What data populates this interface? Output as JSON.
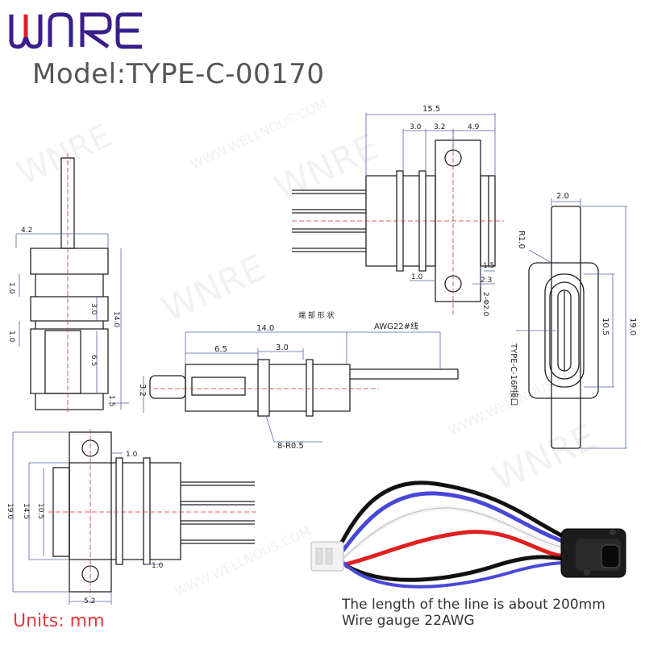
{
  "brand": {
    "name": "WNRE",
    "color": "#3b1d8c",
    "accent": "#e02020"
  },
  "title": {
    "model": "Model:TYPE-C-00170"
  },
  "watermark": {
    "big": "WNRE",
    "url": "WWW.WELLNOUS.COM"
  },
  "units": "Units: mm",
  "notes": {
    "length": "The length of the line is about 200mm",
    "gauge": "Wire gauge 22AWG"
  },
  "dims": {
    "top_right": {
      "overall": "15.5",
      "seg1": "3.0",
      "seg2": "3.2",
      "seg3": "4.9",
      "left": "1.0",
      "r1": "1.5",
      "r2": "2.3",
      "holes": "2-Φ2.0"
    },
    "left_side": {
      "top": "4.2",
      "a": "1.0",
      "b": "1.0",
      "c": "3.0",
      "d": "6.5",
      "len": "14.0",
      "e": "1.5"
    },
    "center": {
      "len": "14.0",
      "a": "6.5",
      "b": "3.0",
      "height": "3.2",
      "radius": "8-R0.5",
      "wire": "AWG22#线",
      "header": "端 部 形 状"
    },
    "face": {
      "top": "2.0",
      "radius": "R1.0",
      "inner": "10.5",
      "overall": "19.0",
      "label": "TYPE-C-16P接口"
    },
    "bottom_left": {
      "overall": "19.0",
      "a": "14.5",
      "b": "10.5",
      "t1": "1.0",
      "t2": "1.0",
      "width": "5.2"
    }
  },
  "colors": {
    "line": "#222222",
    "dim": "#5560a8",
    "center": "#d23030",
    "units": "#e23a3a"
  }
}
